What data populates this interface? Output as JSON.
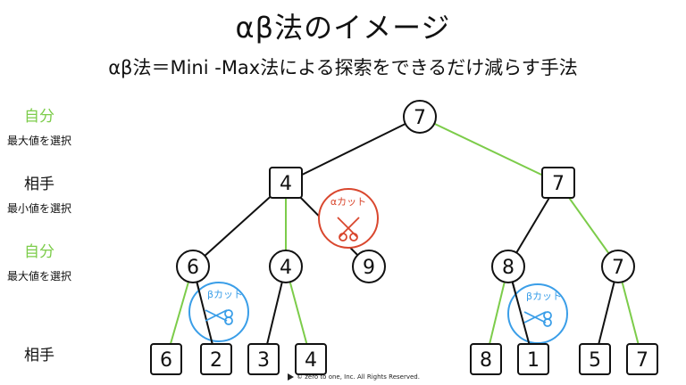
{
  "title": "αβ法のイメージ",
  "subtitle": "αβ法＝Mini -Max法による探索をできるだけ減らす手法",
  "levels": {
    "l1": {
      "main": "自分",
      "sub": "最大値を選択"
    },
    "l2": {
      "main": "相手",
      "sub": "最小値を選択"
    },
    "l3": {
      "main": "自分",
      "sub": "最大値を選択"
    },
    "l4": {
      "main": "相手"
    }
  },
  "nodes": {
    "root": "7",
    "left": "4",
    "right": "7",
    "ll": "6",
    "lm": "4",
    "lr": "9",
    "rl": "8",
    "rr": "7",
    "leaf1": "6",
    "leaf2": "2",
    "leaf3": "3",
    "leaf4": "4",
    "leaf5": "8",
    "leaf6": "1",
    "leaf7": "5",
    "leaf8": "7"
  },
  "cuts": {
    "alpha": "αカット",
    "beta1": "βカット",
    "beta2": "βカット"
  },
  "colors": {
    "green": "#7ccc4a",
    "alpha": "#d9472e",
    "beta": "#3a9ee8"
  },
  "footer": "©  zero to one, Inc. All Rights Reserved."
}
